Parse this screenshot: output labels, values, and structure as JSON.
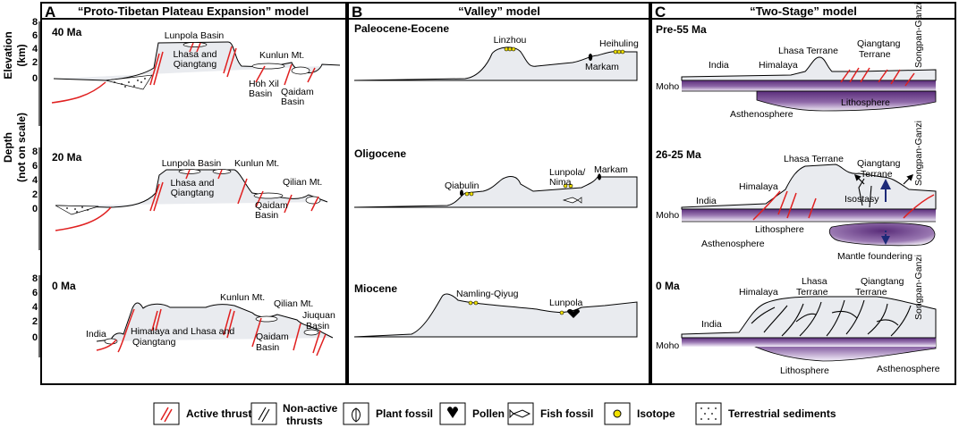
{
  "panels": {
    "a": {
      "letter": "A",
      "title": "“Proto-Tibetan Plateau Expansion” model"
    },
    "b": {
      "letter": "B",
      "title": "“Valley” model"
    },
    "c": {
      "letter": "C",
      "title": "“Two-Stage” model"
    }
  },
  "axis": {
    "elev_line1": "Elevation",
    "elev_line2": "(km)",
    "depth_line1": "Depth",
    "depth_line2": "(not on scale)",
    "ticks": [
      "8",
      "6",
      "4",
      "2",
      "0"
    ]
  },
  "a_rows": [
    {
      "age": "40 Ma",
      "labels": {
        "lunpola": "Lunpola Basin",
        "lhasa1": "Lhasa and",
        "lhasa2": "Qiangtang",
        "kunlun": "Kunlun Mt.",
        "hohxil1": "Hoh Xil",
        "hohxil2": "Basin",
        "qaidam1": "Qaidam",
        "qaidam2": "Basin"
      }
    },
    {
      "age": "20 Ma",
      "labels": {
        "lunpola": "Lunpola Basin",
        "kunlun": "Kunlun Mt.",
        "lhasa1": "Lhasa and",
        "lhasa2": "Qiangtang",
        "qilian": "Qilian Mt.",
        "qaidam1": "Qaidam",
        "qaidam2": "Basin"
      }
    },
    {
      "age": "0 Ma",
      "labels": {
        "kunlun": "Kunlun Mt.",
        "qilian": "Qilian Mt.",
        "jiuquan1": "Jiuquan",
        "jiuquan2": "Basin",
        "india": "India",
        "him1": "Himalaya and Lhasa and",
        "him2": "Qiangtang",
        "qaidam1": "Qaidam",
        "qaidam2": "Basin"
      }
    }
  ],
  "b_rows": [
    {
      "age": "Paleocene-Eocene",
      "labels": {
        "linzhou": "Linzhou",
        "heihuling": "Heihuling",
        "markam": "Markam"
      }
    },
    {
      "age": "Oligocene",
      "labels": {
        "qiabulin": "Qiabulin",
        "lunpola1": "Lunpola/",
        "lunpola2": "Nima",
        "markam": "Markam"
      }
    },
    {
      "age": "Miocene",
      "labels": {
        "namling": "Namling-Qiyug",
        "lunpola": "Lunpola"
      }
    }
  ],
  "c_rows": [
    {
      "age": "Pre-55 Ma",
      "labels": {
        "lhasa": "Lhasa Terrane",
        "qiang1": "Qiangtang",
        "qiang2": "Terrane",
        "india": "India",
        "himalaya": "Himalaya",
        "moho": "Moho",
        "litho": "Lithosphere",
        "astheno": "Asthenosphere",
        "songpan": "Songpan-Ganzi"
      }
    },
    {
      "age": "26-25 Ma",
      "labels": {
        "lhasa": "Lhasa Terrane",
        "qiang1": "Qiangtang",
        "qiang2": "Terrane",
        "himalaya": "Himalaya",
        "india": "India",
        "isostasy": "Isostasy",
        "moho": "Moho",
        "litho": "Lithosphere",
        "astheno": "Asthenosphere",
        "mantle": "Mantle foundering",
        "songpan": "Songpan-Ganzi"
      }
    },
    {
      "age": "0 Ma",
      "labels": {
        "lhasa1": "Lhasa",
        "lhasa2": "Terrane",
        "qiang1": "Qiangtang",
        "qiang2": "Terrane",
        "himalaya": "Himalaya",
        "india": "India",
        "moho": "Moho",
        "litho": "Lithosphere",
        "astheno": "Asthenosphere",
        "songpan": "Songpan-Ganzi"
      }
    }
  ],
  "legend": {
    "active": "Active thrusts",
    "nonactive1": "Non-active",
    "nonactive2": "thrusts",
    "plant": "Plant fossil",
    "pollen": "Pollen",
    "fish": "Fish fossil",
    "isotope": "Isotope",
    "sediments": "Terrestrial sediments"
  },
  "colors": {
    "thrust_active": "#e02020",
    "lithosphere": "#6a3a8a",
    "topography_fill": "#e9ebef",
    "isotope": "#f2e200",
    "arrow": "#1d2a78"
  }
}
